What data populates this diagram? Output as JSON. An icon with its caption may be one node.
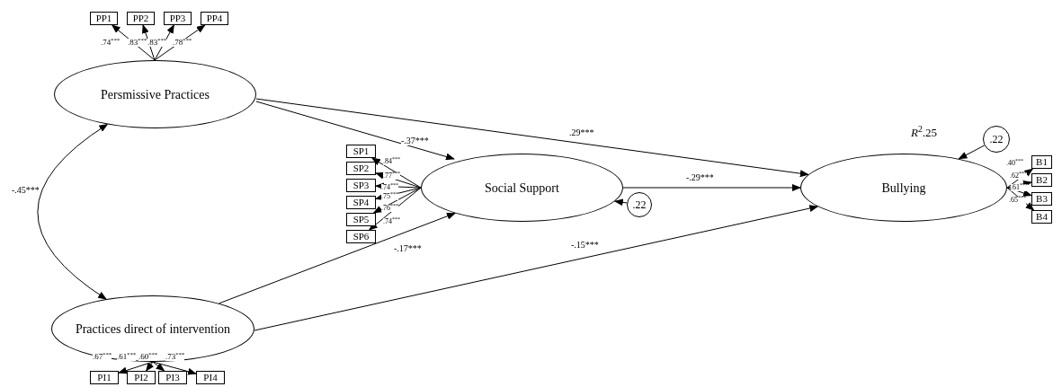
{
  "diagram": {
    "nodes": [
      {
        "text": [
          "Persmissive Practices"
        ]
      },
      {
        "text": [
          "Practices direct of intervention"
        ]
      },
      {
        "text": [
          "Social Support"
        ]
      },
      {
        "text": [
          "Bullying"
        ]
      },
      {
        "text": [
          "PP1"
        ]
      },
      {
        "text": [
          "PP2"
        ]
      },
      {
        "text": [
          "PP3"
        ]
      },
      {
        "text": [
          "PP4"
        ]
      },
      {
        "text": [
          "SP1"
        ]
      },
      {
        "text": [
          "SP2"
        ]
      },
      {
        "text": [
          "SP3"
        ]
      },
      {
        "text": [
          "SP4"
        ]
      },
      {
        "text": [
          "SP5"
        ]
      },
      {
        "text": [
          "SP6"
        ]
      },
      {
        "text": [
          "PI1"
        ]
      },
      {
        "text": [
          "PI2"
        ]
      },
      {
        "text": [
          "PI3"
        ]
      },
      {
        "text": [
          "PI4"
        ]
      },
      {
        "text": [
          "B1"
        ]
      },
      {
        "text": [
          "B2"
        ]
      },
      {
        "text": [
          "B3"
        ]
      },
      {
        "text": [
          "B4"
        ]
      },
      {
        "text": [
          ".22"
        ]
      },
      {
        "text": [
          ".22"
        ]
      }
    ],
    "edges": [
      {
        "from": 0,
        "to": 4,
        "arrow": "to",
        "label": ".74$^{***}$"
      },
      {
        "from": 0,
        "to": 5,
        "arrow": "to",
        "label": ".83$^{***}$"
      },
      {
        "from": 0,
        "to": 6,
        "arrow": "to",
        "label": ".83$^{***}$"
      },
      {
        "from": 0,
        "to": 7,
        "arrow": "to",
        "label": ".78$^{***}$"
      },
      {
        "from": 0,
        "to": 2,
        "arrow": "to",
        "label": "-.37***"
      },
      {
        "from": 0,
        "to": 3,
        "arrow": "to",
        "label": ".29***"
      },
      {
        "from": 0,
        "to": 1,
        "arrow": "both",
        "label": "-.45***"
      },
      {
        "from": 2,
        "to": 8,
        "arrow": "to",
        "label": ".84$^{***}$"
      },
      {
        "from": 2,
        "to": 9,
        "arrow": "to",
        "label": ".77$^{***}$"
      },
      {
        "from": 2,
        "to": 10,
        "arrow": "to",
        "label": ".74$^{***}$"
      },
      {
        "from": 2,
        "to": 11,
        "arrow": "to",
        "label": ".75$^{***}$"
      },
      {
        "from": 2,
        "to": 12,
        "arrow": "to",
        "label": ".76$^{***}$"
      },
      {
        "from": 2,
        "to": 13,
        "arrow": "to",
        "label": ".74$^{***}$"
      },
      {
        "from": 2,
        "to": 3,
        "arrow": "to",
        "label": "-.29***"
      },
      {
        "from": 23,
        "to": 2,
        "arrow": "to"
      },
      {
        "from": 22,
        "to": 3,
        "arrow": "to"
      },
      {
        "from": 1,
        "to": 2,
        "arrow": "to",
        "label": "-.17***"
      },
      {
        "from": 1,
        "to": 3,
        "arrow": "to",
        "label": "-.15***"
      },
      {
        "from": 1,
        "to": 14,
        "arrow": "to",
        "label": ".67$^{***}$"
      },
      {
        "from": 1,
        "to": 15,
        "arrow": "to",
        "label": ".61$^{***}$"
      },
      {
        "from": 1,
        "to": 16,
        "arrow": "to",
        "label": ".60$^{***}$"
      },
      {
        "from": 1,
        "to": 17,
        "arrow": "to",
        "label": ".73$^{***}$"
      },
      {
        "from": 3,
        "to": 18,
        "arrow": "to",
        "label": ".40$^{***}$"
      },
      {
        "from": 3,
        "to": 19,
        "arrow": "to",
        "label": ".62$^{***}$"
      },
      {
        "from": 3,
        "to": 20,
        "arrow": "to",
        "label": ".61$^{***}$"
      },
      {
        "from": 3,
        "to": 21,
        "arrow": "to",
        "label": ".65$^{***}$"
      }
    ],
    "labels": [
      "*R*$^{2}$.25"
    ]
  }
}
